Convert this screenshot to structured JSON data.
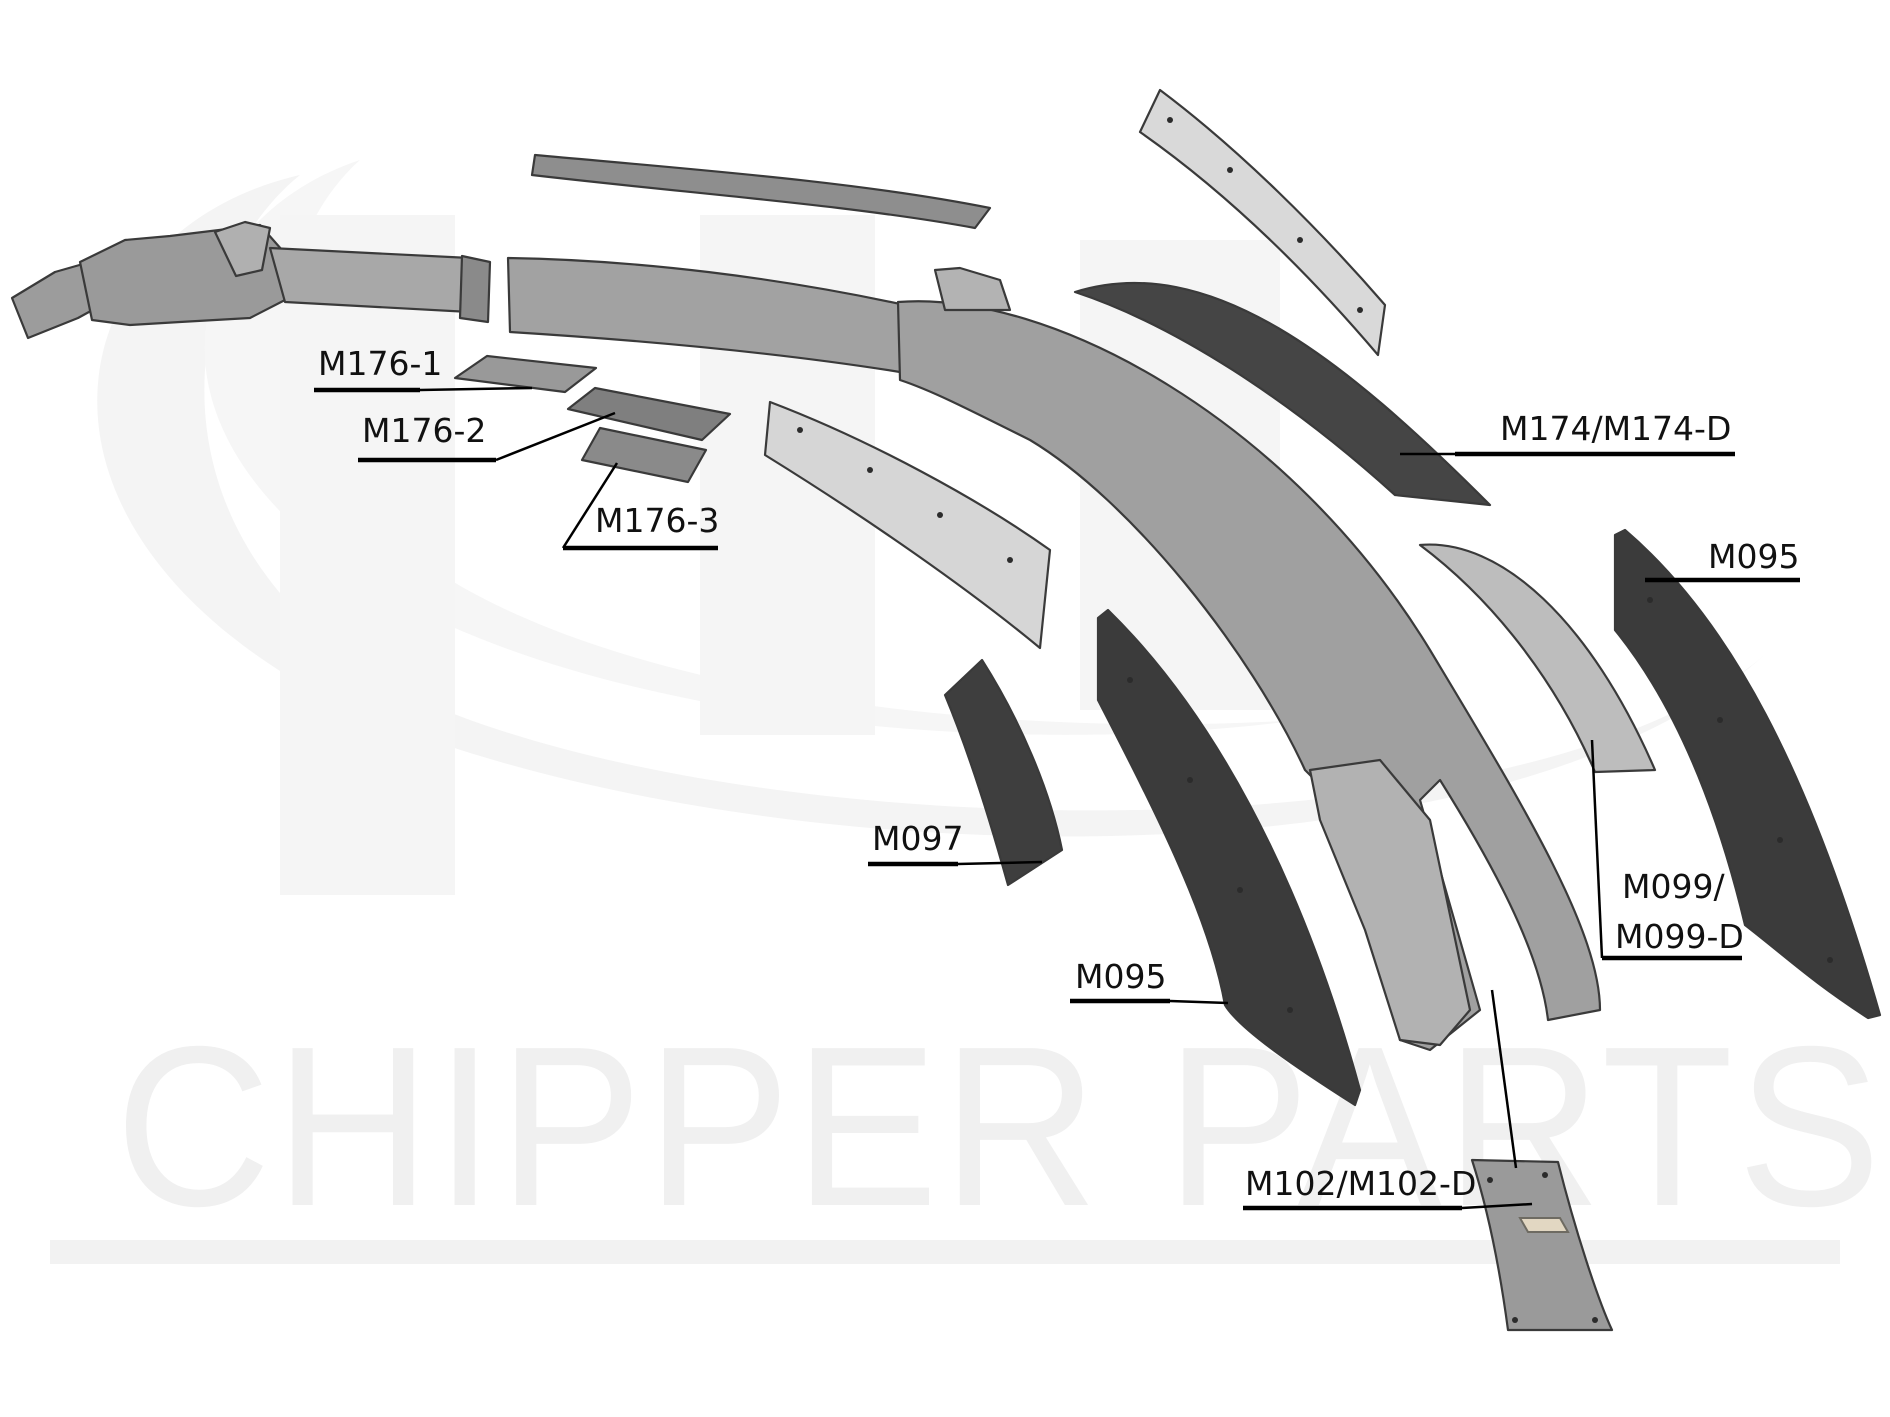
{
  "watermark": {
    "text": "CHIPPER PARTS"
  },
  "colors": {
    "background": "#ffffff",
    "watermark": "#f0f0f0",
    "dark_plate": "#3c3c3c",
    "light_plate": "#d8d8d8",
    "mid_plate": "#8d8d8d",
    "frame": "#a3a3a3",
    "label": "#111111"
  },
  "parts": [
    {
      "id": "M176-1",
      "label": "M176-1"
    },
    {
      "id": "M176-2",
      "label": "M176-2"
    },
    {
      "id": "M176-3",
      "label": "M176-3"
    },
    {
      "id": "M174",
      "label": "M174/M174-D"
    },
    {
      "id": "M095-right",
      "label": "M095"
    },
    {
      "id": "M097",
      "label": "M097"
    },
    {
      "id": "M095-center",
      "label": "M095"
    },
    {
      "id": "M099-line1",
      "label": "M099/"
    },
    {
      "id": "M099-line2",
      "label": "M099-D"
    },
    {
      "id": "M102",
      "label": "M102/M102-D"
    }
  ]
}
